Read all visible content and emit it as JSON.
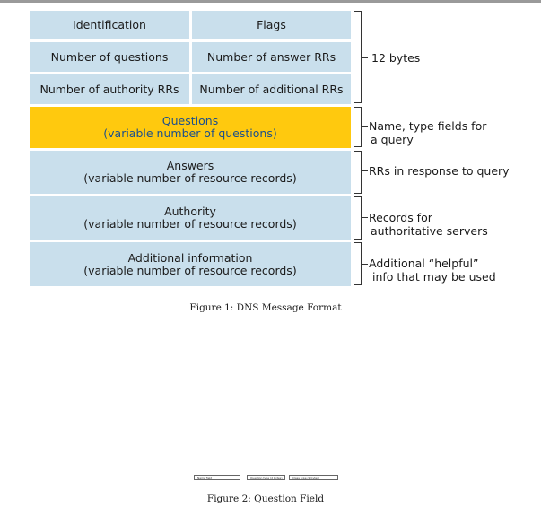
{
  "header_rows": [
    [
      "Identification",
      "Flags"
    ],
    [
      "Number of questions",
      "Number of answer RRs"
    ],
    [
      "Number of authority RRs",
      "Number of additional RRs"
    ]
  ],
  "sections": {
    "questions": [
      "Questions",
      "(variable number of questions)"
    ],
    "answers": [
      "Answers",
      "(variable number of resource records)"
    ],
    "authority": [
      "Authority",
      "(variable number of resource records)"
    ],
    "additional": [
      "Additional information",
      "(variable number of resource records)"
    ]
  },
  "annotations": {
    "header": [
      "12 bytes"
    ],
    "questions": [
      "Name, type fields for",
      "a query"
    ],
    "answers": [
      "RRs in response to query"
    ],
    "authority": [
      "Records for",
      "authoritative servers"
    ],
    "additional": [
      "Additional “helpful”",
      "info that may be used"
    ]
  },
  "figure1_caption": "Figure 1: DNS Message Format",
  "question_field": {
    "fields": [
      "Name field",
      "Question type (2 bytes)",
      "Class type (2 bytes)"
    ]
  },
  "figure2_caption": "Figure 2: Question Field",
  "colors": {
    "cell": "#c9dfec",
    "highlight": "#ffc90e",
    "highlight_text": "#1b4f8c"
  }
}
